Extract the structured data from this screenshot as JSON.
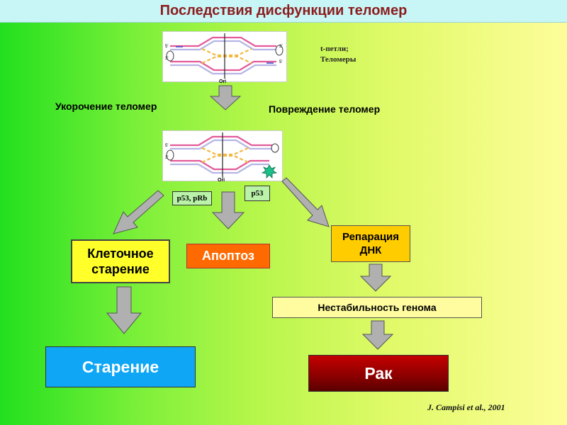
{
  "title": "Последствия дисфункции теломер",
  "top_note": {
    "line1": "t-петли;",
    "line2": "Теломеры"
  },
  "dna_labels": {
    "ori": "Ori",
    "five_prime": "5'",
    "three_prime": "3'"
  },
  "labels": {
    "shortening": "Укорочение теломер",
    "damage": "Повреждение теломер"
  },
  "tags": {
    "p53_prb": "p53, pRb",
    "p53": "p53"
  },
  "outcomes": {
    "senescence": "Клеточное старение",
    "apoptosis": "Апоптоз",
    "repair": "Репарация ДНК",
    "instability": "Нестабильность генома",
    "aging": "Старение",
    "cancer": "Рак"
  },
  "citation": "J. Campisi et al., 2001",
  "colors": {
    "title_bg": "#c8f5f6",
    "title_text": "#8b1d1d",
    "arrow_fill": "#b0b0b0",
    "senescence_bg": "#ffff2a",
    "apoptosis_bg": "#ff6a00",
    "repair_bg": "#ffcc00",
    "instability_bg": "#fffca0",
    "aging_bg": "#0fa6f5",
    "cancer_bg": "#9a0000"
  }
}
